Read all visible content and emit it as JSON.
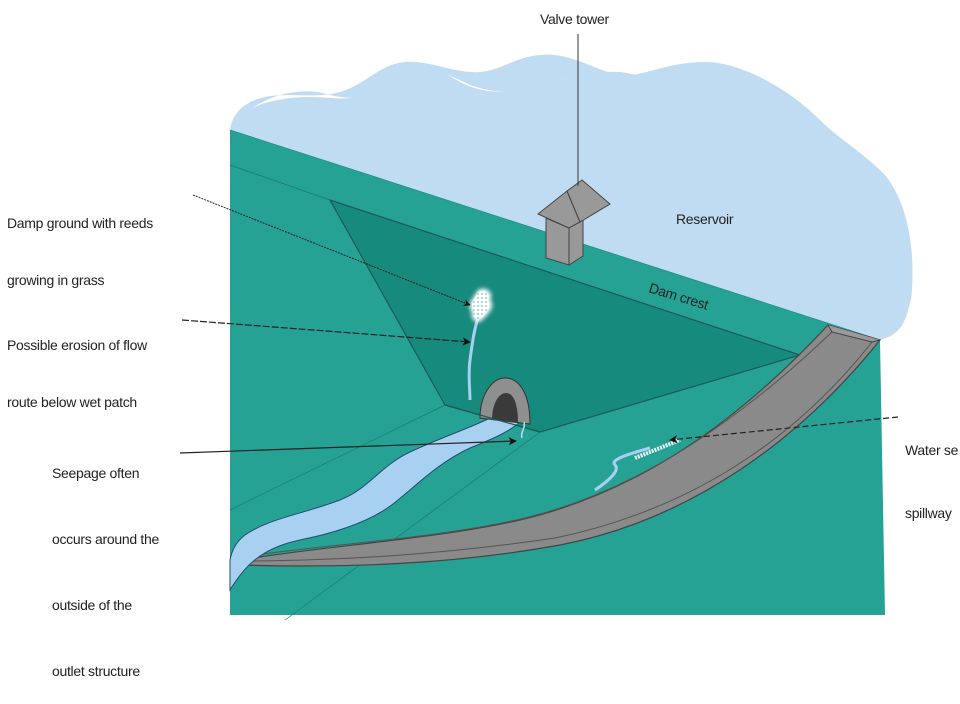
{
  "title": "Dam seepage warning signs diagram",
  "labels": {
    "valve_tower": "Valve tower",
    "reservoir": "Reservoir",
    "dam_crest": "Dam crest",
    "damp_ground": [
      "Damp ground with reeds",
      "growing in grass"
    ],
    "erosion": [
      "Possible erosion of flow",
      "route below wet patch"
    ],
    "seepage_outlet": [
      "Seepage often",
      "occurs around the",
      "outside of the",
      "outlet structure"
    ],
    "spillway_seepage": [
      "Water se",
      "spillway"
    ]
  },
  "colors": {
    "reservoir": "#c0dcf2",
    "embankment": "#26a294",
    "embankment_face": "#178a7e",
    "concrete": "#8a8a8a",
    "outlet_dark": "#3a3a3a",
    "stream": "#a8d0f0",
    "wet_patch": "#ffffff"
  }
}
